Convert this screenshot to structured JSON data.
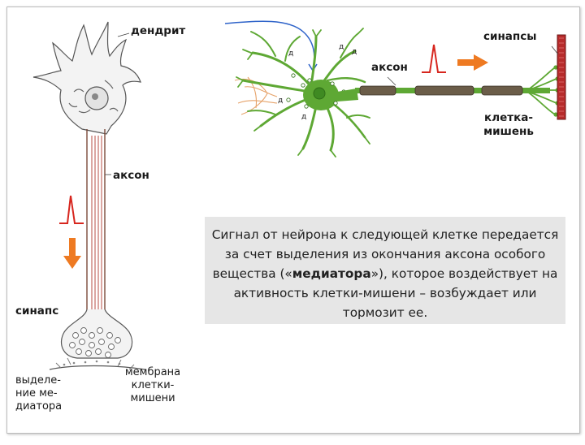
{
  "labels": {
    "dendrite": "дендрит",
    "axon_left": "аксон",
    "synapse": "синапс",
    "release_line1": "выделе-",
    "release_line2": "ние ме-",
    "release_line3": "диатора",
    "membrane_line1": "мембрана",
    "membrane_line2": "клетки-",
    "membrane_line3": "мишени",
    "synapses": "синапсы",
    "axon_right": "аксон",
    "target_line1": "клетка-",
    "target_line2": "мишень",
    "d_marks": [
      "д",
      "д",
      "д",
      "д",
      "д"
    ]
  },
  "caption": {
    "before": "Сигнал от нейрона к следующей клетке передается за счет выделения из окончания аксона особого вещества («",
    "bold": "медиатора",
    "after": "»), которое воздействует на активность клетки-мишени – возбуждает или тормозит ее."
  },
  "colors": {
    "neuron_green": "#5ea834",
    "neuron_dark": "#2f6e17",
    "orange_arrow": "#ee7a22",
    "spike_red": "#d7261e",
    "target_red": "#b72b2b",
    "blue_fiber": "#2e63c9",
    "caption_bg": "#e6e6e6"
  }
}
